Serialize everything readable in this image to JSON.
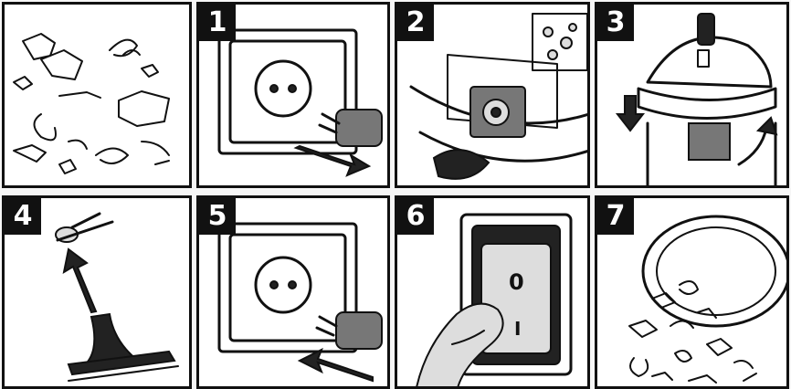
{
  "steps": [
    {
      "number": ""
    },
    {
      "number": "1"
    },
    {
      "number": "2"
    },
    {
      "number": "3"
    },
    {
      "number": "4"
    },
    {
      "number": "5"
    },
    {
      "number": "6"
    },
    {
      "number": "7"
    }
  ],
  "switch": {
    "label_top": "0",
    "label_bottom": "I"
  },
  "icons": {
    "debris": "debris-icon",
    "plug_out": "unplug-icon",
    "filter_bag": "filter-bag-icon",
    "lid": "lid-icon",
    "nozzle": "floor-nozzle-icon",
    "plug_in": "plug-in-icon",
    "power_switch": "power-switch-icon",
    "empty_container": "empty-container-icon"
  }
}
